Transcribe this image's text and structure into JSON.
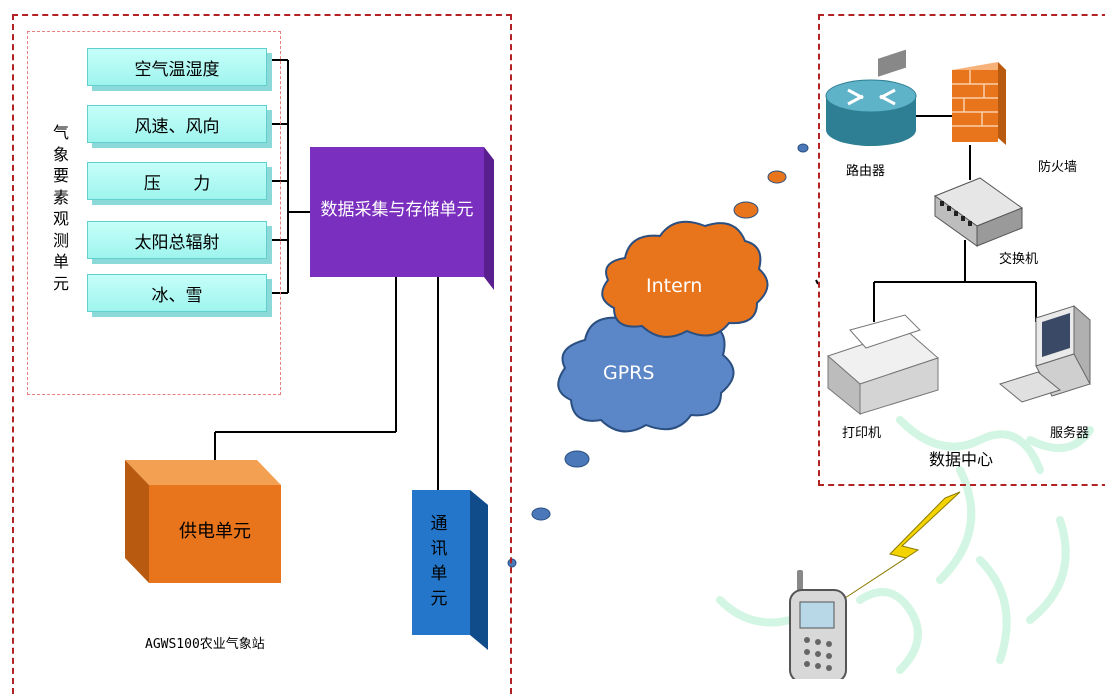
{
  "sensors": [
    {
      "label": "空气温湿度"
    },
    {
      "label": "风速、风向"
    },
    {
      "label": "压      力"
    },
    {
      "label": "太阳总辐射"
    },
    {
      "label": "冰、雪"
    }
  ],
  "obs_unit_label": "气象要素观测单元",
  "data_unit_label": "数据采集与存储单元",
  "power_unit_label": "供电单元",
  "comm_unit_label": "通讯单元",
  "station_name": "AGWS100农业气象站",
  "internet_label": "Intern",
  "gprs_label": "GPRS",
  "datacenter": {
    "title": "数据中心",
    "router": "路由器",
    "firewall": "防火墙",
    "switch": "交换机",
    "printer": "打印机",
    "server": "服务器"
  },
  "colors": {
    "border_dash": "#b22222",
    "sensor_fill": "#b7fbf5",
    "purple": "#7b2fbf",
    "orange": "#e8741c",
    "blue": "#2376c9",
    "cloud_blue": "#5b86c8",
    "cloud_orange": "#e8741c"
  }
}
